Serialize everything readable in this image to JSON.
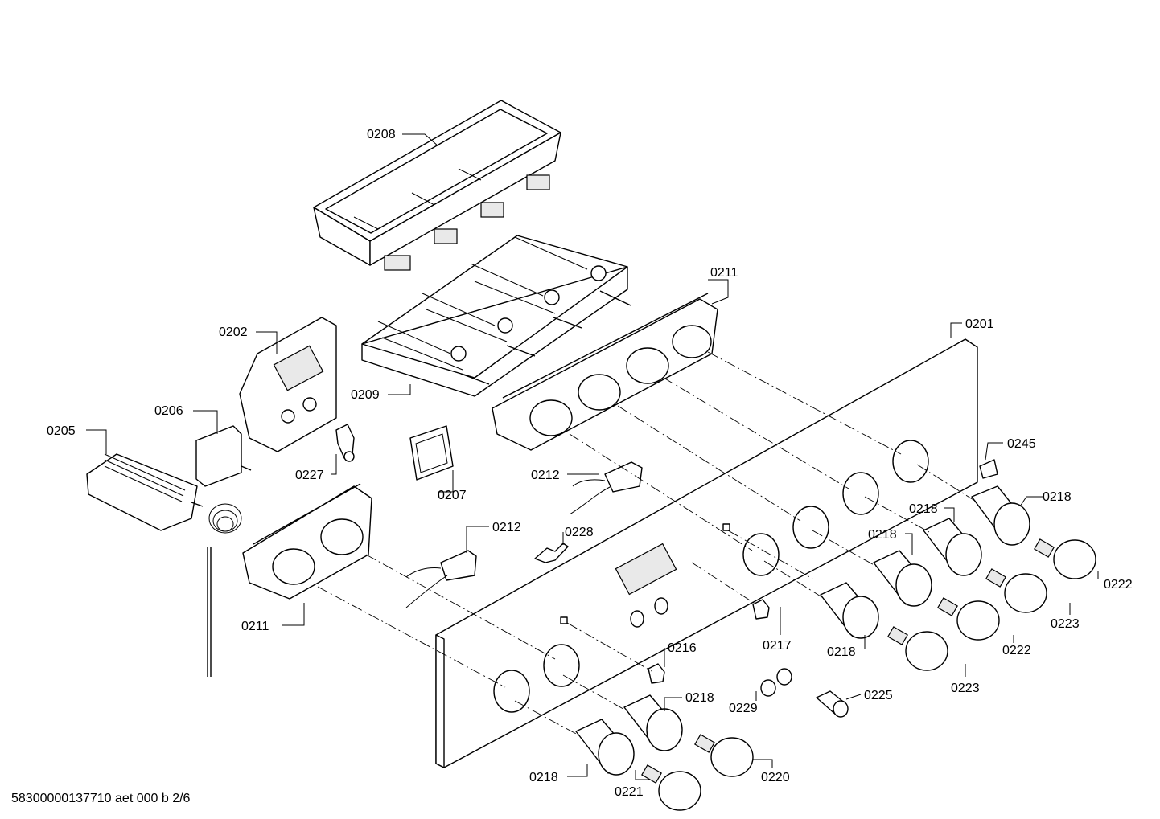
{
  "callouts": {
    "p0208": "0208",
    "p0211_top": "0211",
    "p0201": "0201",
    "p0202": "0202",
    "p0209": "0209",
    "p0206": "0206",
    "p0205": "0205",
    "p0227": "0227",
    "p0207": "0207",
    "p0212_upper": "0212",
    "p0245": "0245",
    "p0218_a": "0218",
    "p0218_b": "0218",
    "p0218_c": "0218",
    "p0222_a": "0222",
    "p0212_lower": "0212",
    "p0228": "0228",
    "p0223_a": "0223",
    "p0222_b": "0222",
    "p0211_bottom": "0211",
    "p0217": "0217",
    "p0218_d": "0218",
    "p0223_b": "0223",
    "p0216": "0216",
    "p0218_e": "0218",
    "p0229": "0229",
    "p0225": "0225",
    "p0218_f": "0218",
    "p0220": "0220",
    "p0221": "0221"
  },
  "footer": {
    "drawing_id": "58300000137710 aet 000 b 2/6"
  }
}
